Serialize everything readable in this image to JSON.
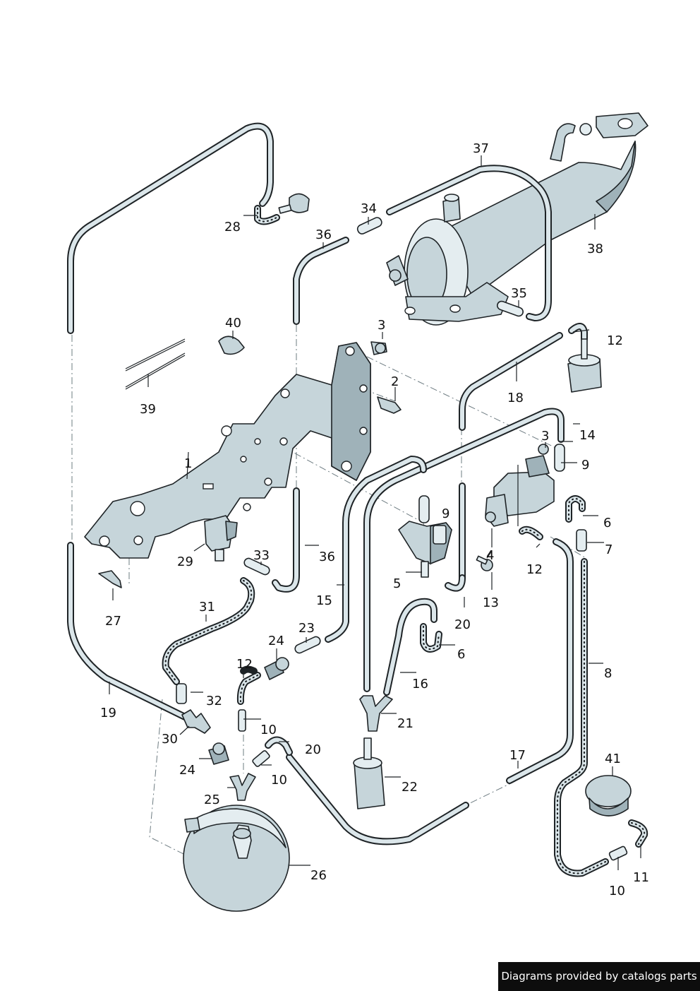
{
  "callouts": [
    {
      "id": "c1",
      "text": "1"
    },
    {
      "id": "c2",
      "text": "2"
    },
    {
      "id": "c3a",
      "text": "3"
    },
    {
      "id": "c3b",
      "text": "3"
    },
    {
      "id": "c4",
      "text": "4"
    },
    {
      "id": "c5",
      "text": "5"
    },
    {
      "id": "c6a",
      "text": "6"
    },
    {
      "id": "c6b",
      "text": "6"
    },
    {
      "id": "c7",
      "text": "7"
    },
    {
      "id": "c8",
      "text": "8"
    },
    {
      "id": "c9a",
      "text": "9"
    },
    {
      "id": "c9b",
      "text": "9"
    },
    {
      "id": "c10a",
      "text": "10"
    },
    {
      "id": "c10b",
      "text": "10"
    },
    {
      "id": "c10c",
      "text": "10"
    },
    {
      "id": "c11",
      "text": "11"
    },
    {
      "id": "c12a",
      "text": "12"
    },
    {
      "id": "c12b",
      "text": "12"
    },
    {
      "id": "c12c",
      "text": "12"
    },
    {
      "id": "c13",
      "text": "13"
    },
    {
      "id": "c14",
      "text": "14"
    },
    {
      "id": "c15",
      "text": "15"
    },
    {
      "id": "c16",
      "text": "16"
    },
    {
      "id": "c17",
      "text": "17"
    },
    {
      "id": "c18",
      "text": "18"
    },
    {
      "id": "c19",
      "text": "19"
    },
    {
      "id": "c20a",
      "text": "20"
    },
    {
      "id": "c20b",
      "text": "20"
    },
    {
      "id": "c21",
      "text": "21"
    },
    {
      "id": "c22",
      "text": "22"
    },
    {
      "id": "c23",
      "text": "23"
    },
    {
      "id": "c24a",
      "text": "24"
    },
    {
      "id": "c24b",
      "text": "24"
    },
    {
      "id": "c25",
      "text": "25"
    },
    {
      "id": "c26",
      "text": "26"
    },
    {
      "id": "c27",
      "text": "27"
    },
    {
      "id": "c28",
      "text": "28"
    },
    {
      "id": "c29",
      "text": "29"
    },
    {
      "id": "c30",
      "text": "30"
    },
    {
      "id": "c31",
      "text": "31"
    },
    {
      "id": "c32",
      "text": "32"
    },
    {
      "id": "c33",
      "text": "33"
    },
    {
      "id": "c34",
      "text": "34"
    },
    {
      "id": "c35",
      "text": "35"
    },
    {
      "id": "c36a",
      "text": "36"
    },
    {
      "id": "c36b",
      "text": "36"
    },
    {
      "id": "c37",
      "text": "37"
    },
    {
      "id": "c38",
      "text": "38"
    },
    {
      "id": "c39",
      "text": "39"
    },
    {
      "id": "c40",
      "text": "40"
    },
    {
      "id": "c41",
      "text": "41"
    }
  ],
  "credit": "Diagrams provided by catalogs parts",
  "colors": {
    "line": "#1e2326",
    "metal": "#c6d5da",
    "metal_dark": "#9fb2b9",
    "credit_bg": "#0d0d0d"
  }
}
